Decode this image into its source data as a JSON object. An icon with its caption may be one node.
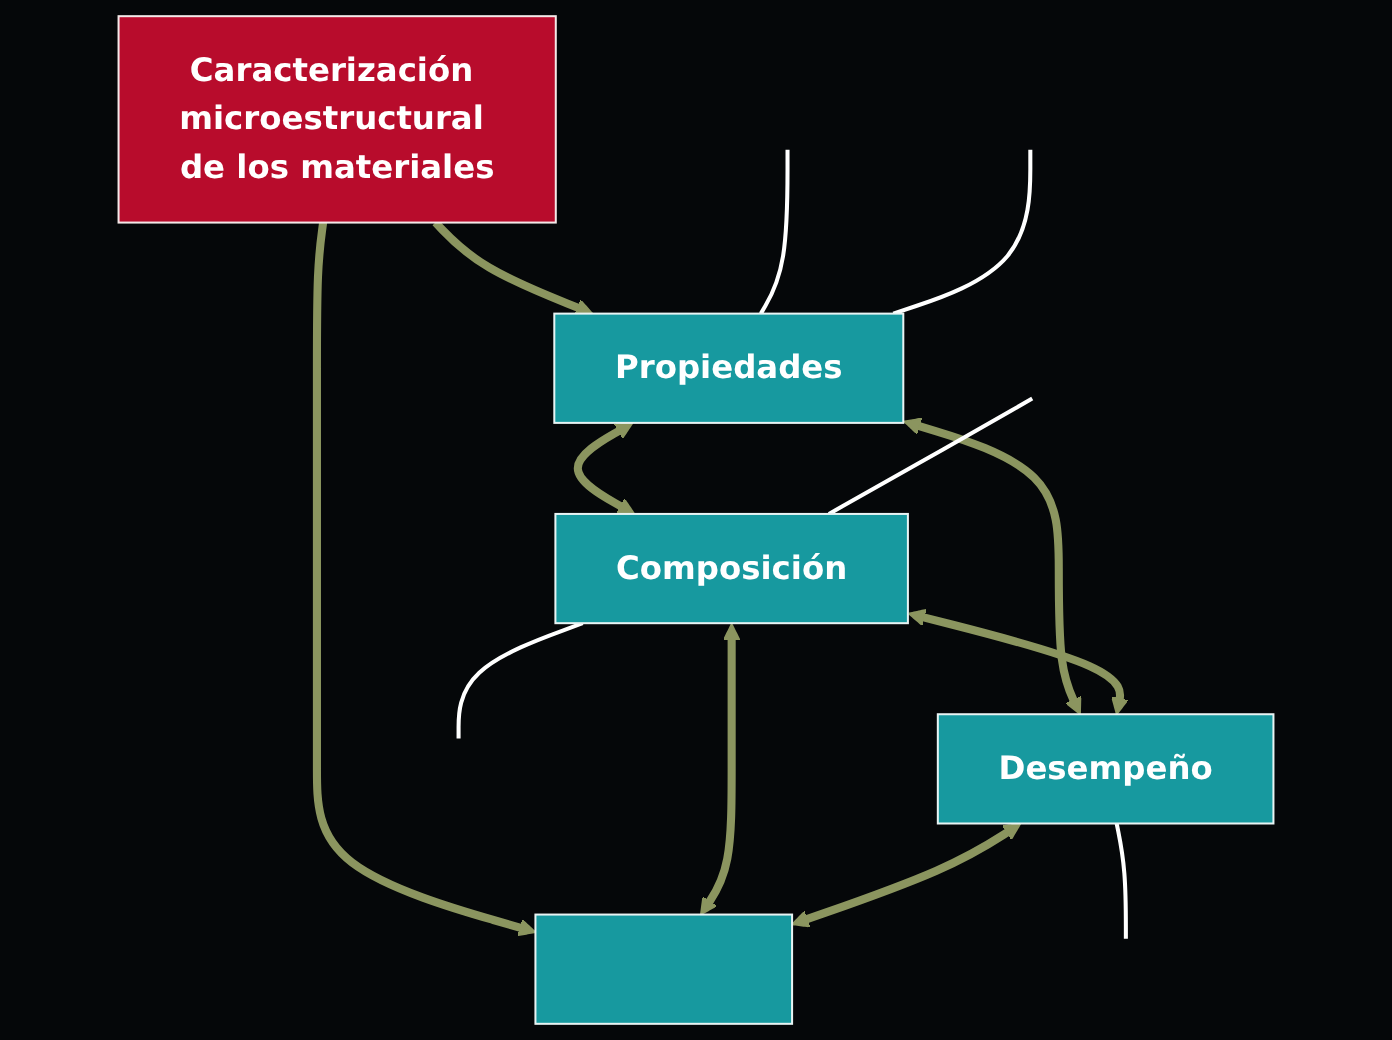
{
  "diagram": {
    "nodes": [
      {
        "text": [
          "Propiedades"
        ]
      },
      {
        "text": [
          "Composición"
        ]
      },
      {
        "text": [
          "Caracterización microestructural de los materiales"
        ]
      },
      {
        "text": [
          "Desempeño"
        ]
      },
      {
        "text": [],
        "shape": "box"
      }
    ],
    "edges": [
      {
        "from": 2,
        "to": 0,
        "arrow": "to"
      },
      {
        "from": 0,
        "to": 1,
        "arrow": "both"
      },
      {
        "from": 0,
        "to": 3,
        "arrow": "both"
      },
      {
        "from": 1,
        "to": 3,
        "arrow": "both"
      },
      {
        "from": 2,
        "to": 4,
        "arrow": "to"
      },
      {
        "from": 1,
        "to": 4,
        "arrow": "both"
      },
      {
        "from": 3,
        "to": 4,
        "arrow": "both"
      },
      {
        "from": null,
        "to": 0,
        "arrow": "none",
        "color": "#ffffff"
      },
      {
        "from": null,
        "to": 0,
        "arrow": "none",
        "color": "#ffffff"
      },
      {
        "from": null,
        "to": 1,
        "arrow": "none",
        "color": "#ffffff"
      },
      {
        "from": 1,
        "to": null,
        "arrow": "none",
        "color": "#ffffff"
      },
      {
        "from": 3,
        "to": null,
        "arrow": "none",
        "color": "#ffffff"
      }
    ]
  }
}
